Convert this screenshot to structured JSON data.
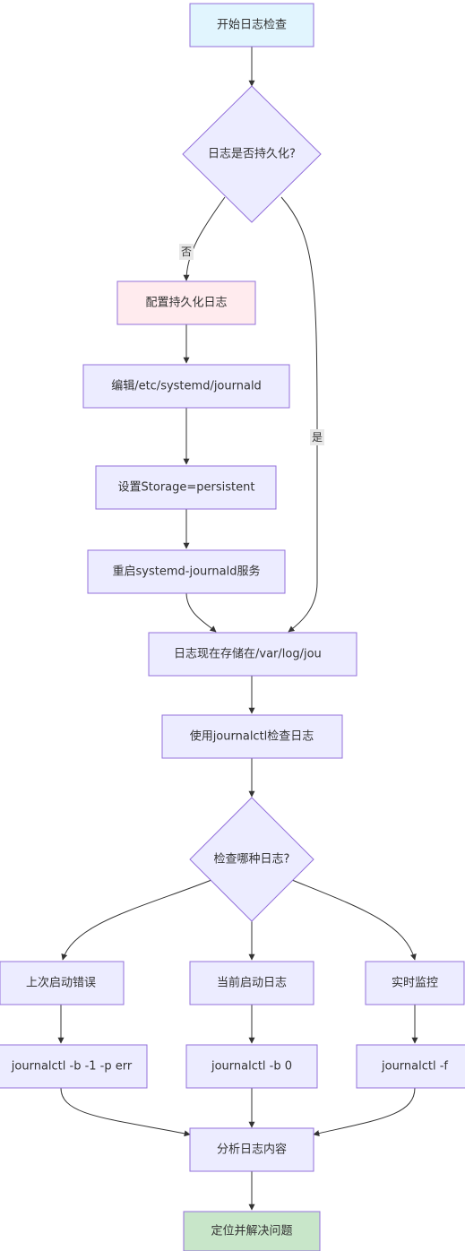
{
  "flowchart": {
    "colors": {
      "default_fill": "#ececff",
      "default_stroke": "#9370db",
      "start_fill": "#e1f5fe",
      "start_stroke": "#9370db",
      "config_fill": "#ffebee",
      "config_stroke": "#9370db",
      "end_fill": "#c8e6c9",
      "end_stroke": "#9370db",
      "edge": "#333333",
      "text": "#333333"
    },
    "nodes": {
      "start": "开始日志检查",
      "persistent_q": "日志是否持久化?",
      "config_persist": "配置持久化日志",
      "edit_conf": "编辑/etc/systemd/journald",
      "set_storage": "设置Storage=persistent",
      "restart": "重启systemd-journald服务",
      "stored": "日志现在存储在/var/log/jou",
      "use_journalctl": "使用journalctl检查日志",
      "which_q": "检查哪种日志?",
      "last_boot_err": "上次启动错误",
      "current_boot": "当前启动日志",
      "realtime": "实时监控",
      "cmd_last": "journalctl -b -1 -p err",
      "cmd_current": "journalctl -b 0",
      "cmd_follow": "journalctl -f",
      "analyze": "分析日志内容",
      "resolve": "定位并解决问题"
    },
    "edge_labels": {
      "no": "否",
      "yes": "是"
    }
  }
}
